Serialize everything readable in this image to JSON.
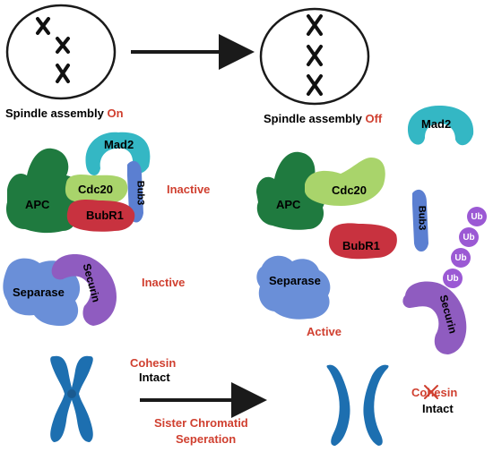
{
  "colors": {
    "apc": "#1f7a3f",
    "cdc20": "#a9d46b",
    "mad2": "#34b7c4",
    "bubr1": "#c8323f",
    "bub3": "#5b7fd1",
    "separase": "#6a8fd8",
    "securin": "#8f5cc0",
    "ub": "#9b59d4",
    "chromosome": "#1d6fb0",
    "status_red": "#d04030"
  },
  "top": {
    "left_caption_prefix": "Spindle assembly",
    "left_caption_state": "On",
    "right_caption_prefix": "Spindle assembly",
    "right_caption_state": "Off"
  },
  "complex_left": {
    "apc": "APC",
    "cdc20": "Cdc20",
    "mad2": "Mad2",
    "bubr1": "BubR1",
    "bub3": "Bub3",
    "status": "Inactive"
  },
  "complex_right": {
    "apc": "APC",
    "cdc20": "Cdc20",
    "mad2": "Mad2",
    "bubr1": "BubR1",
    "bub3": "Bub3"
  },
  "separase_left": {
    "separase": "Separase",
    "securin": "Securin",
    "status": "Inactive"
  },
  "separase_right": {
    "separase": "Separase",
    "securin": "Securin",
    "status": "Active",
    "ubiquitin": [
      "Ub",
      "Ub",
      "Ub",
      "Ub"
    ]
  },
  "bottom": {
    "cohesin_left": "Cohesin",
    "intact_left": "Intact",
    "arrow_line1": "Sister Chromatid",
    "arrow_line2": "Seperation",
    "cohesin_right": "Cohesin",
    "intact_right": "Intact"
  }
}
